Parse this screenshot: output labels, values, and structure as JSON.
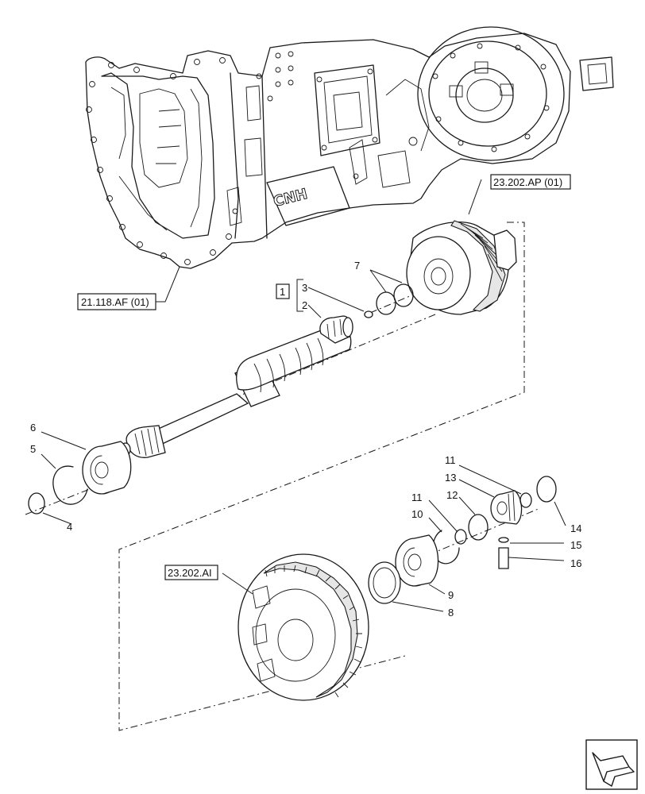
{
  "diagram": {
    "casting_mark": "CNH",
    "kit_box_label": "1",
    "references": [
      {
        "id": "ref-transmission-housing",
        "label": "21.118.AF (01)"
      },
      {
        "id": "ref-clutch-pack",
        "label": "23.202.AP (01)"
      },
      {
        "id": "ref-gear",
        "label": "23.202.AI"
      }
    ],
    "callouts": [
      {
        "id": "2",
        "label": "2"
      },
      {
        "id": "3",
        "label": "3"
      },
      {
        "id": "4",
        "label": "4"
      },
      {
        "id": "5",
        "label": "5"
      },
      {
        "id": "6",
        "label": "6"
      },
      {
        "id": "7",
        "label": "7"
      },
      {
        "id": "8",
        "label": "8"
      },
      {
        "id": "9",
        "label": "9"
      },
      {
        "id": "10",
        "label": "10"
      },
      {
        "id": "11a",
        "label": "11"
      },
      {
        "id": "11b",
        "label": "11"
      },
      {
        "id": "12",
        "label": "12"
      },
      {
        "id": "13",
        "label": "13"
      },
      {
        "id": "14",
        "label": "14"
      },
      {
        "id": "15",
        "label": "15"
      },
      {
        "id": "16",
        "label": "16"
      }
    ],
    "nav_icon": "previous-page-arrow-icon"
  }
}
